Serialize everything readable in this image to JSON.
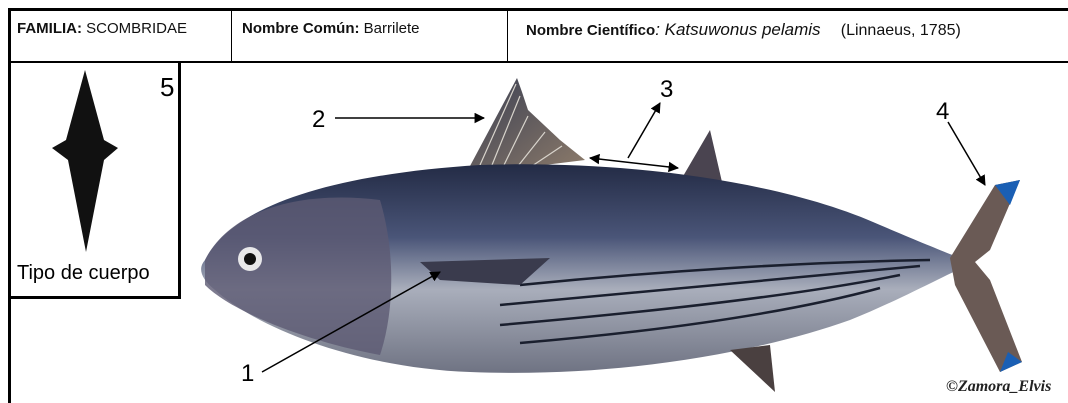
{
  "header": {
    "family_label": "FAMILIA:",
    "family_value": "SCOMBRIDAE",
    "common_label": "Nombre Común:",
    "common_value": "Barrilete",
    "scientific_label": "Nombre Científico",
    "scientific_value": ": Katsuwonus pelamis",
    "authority": "(Linnaeus, 1785)"
  },
  "body_type": {
    "number": "5",
    "label": "Tipo de cuerpo"
  },
  "callouts": [
    "1",
    "2",
    "3",
    "4"
  ],
  "credit": "©Zamora_Elvis",
  "colors": {
    "fish_back": "#2b3552",
    "fish_belly": "#b8bcc6",
    "stripe": "#1a1f2e"
  }
}
